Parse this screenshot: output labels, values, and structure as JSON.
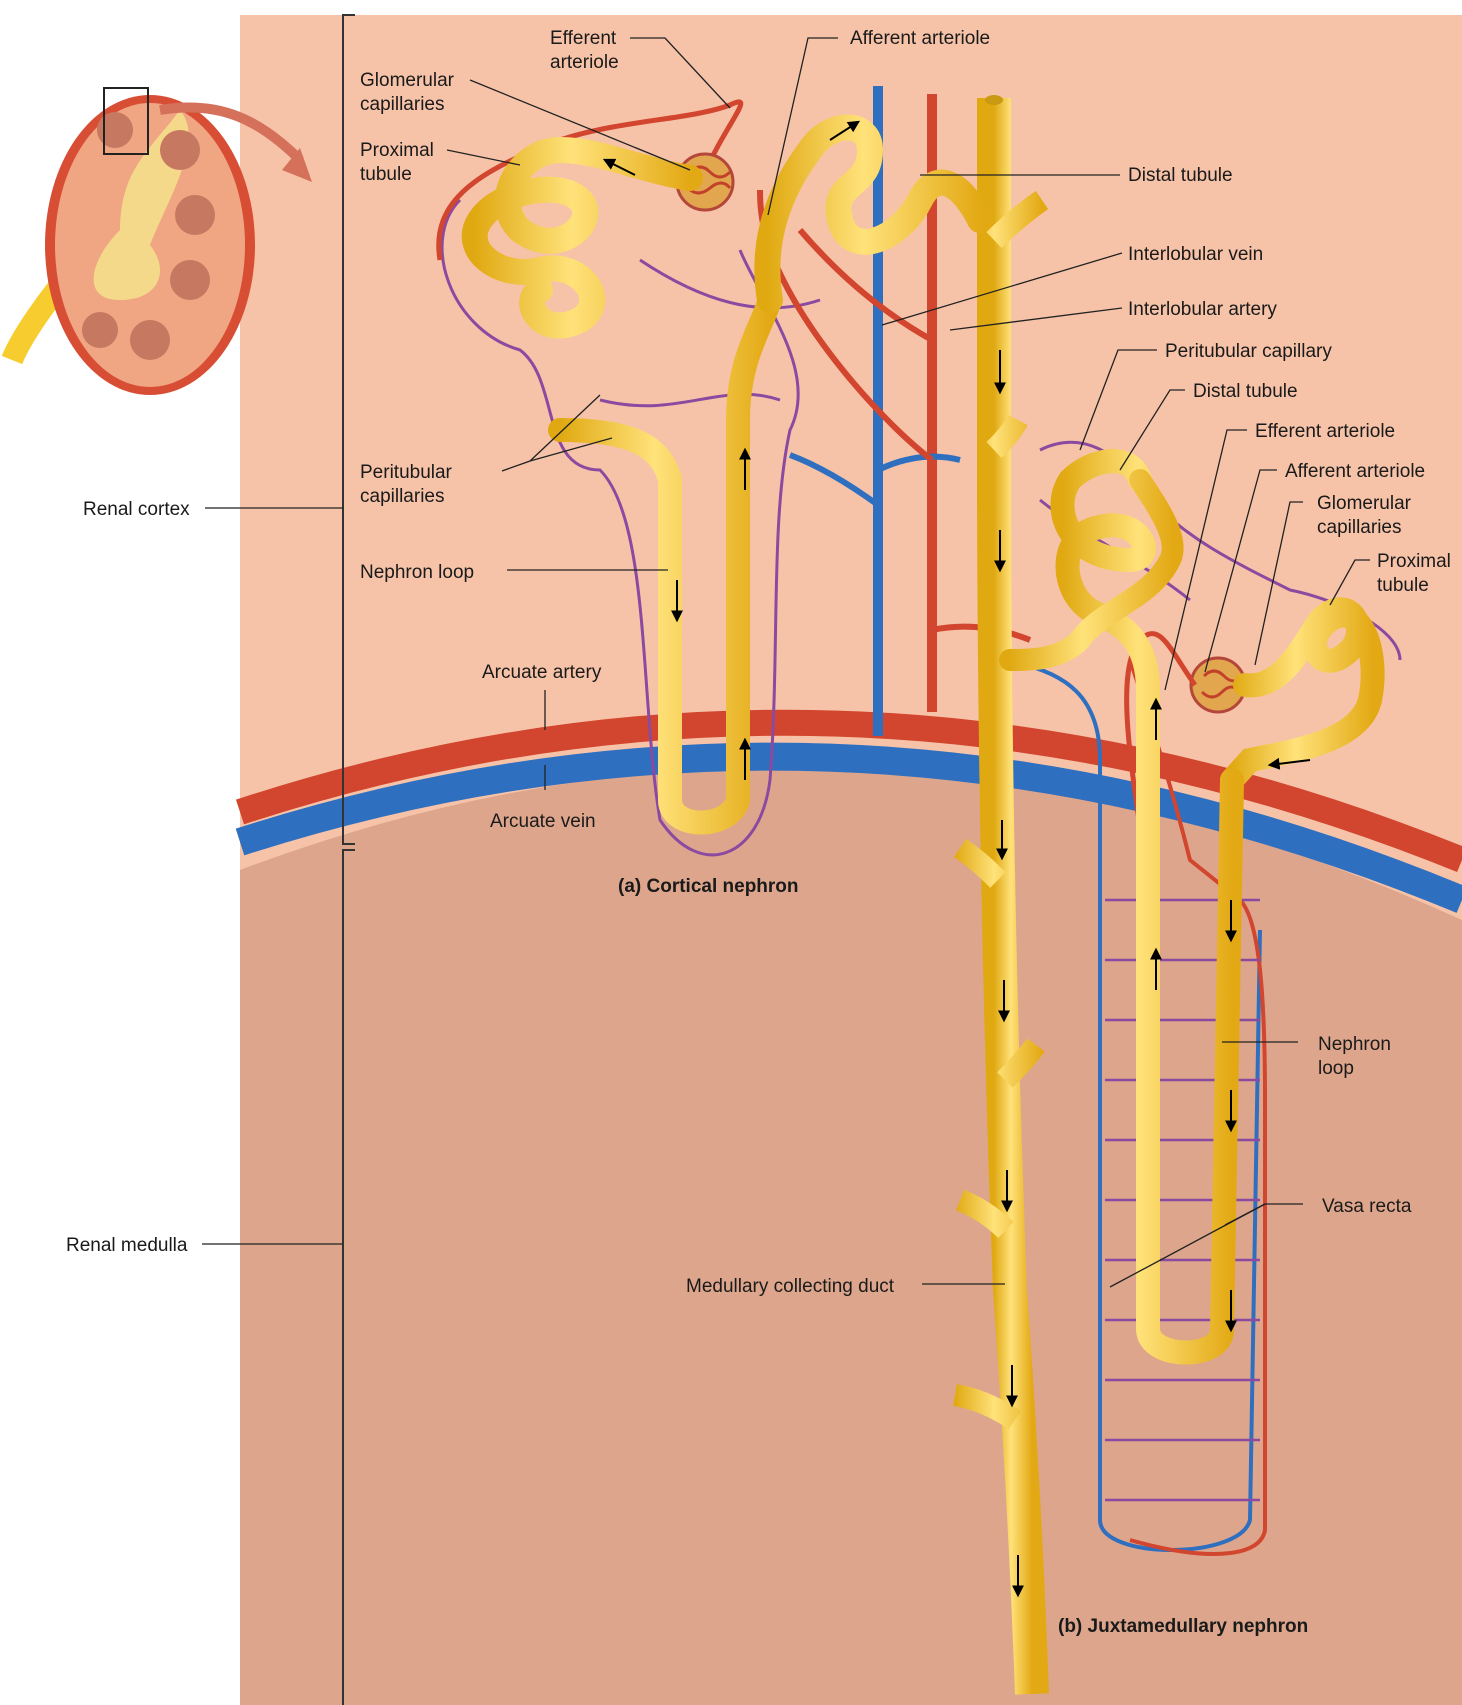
{
  "labels": {
    "efferent_arteriole_a": [
      "Efferent",
      "arteriole"
    ],
    "glomerular_capillaries_a": [
      "Glomerular",
      "capillaries"
    ],
    "proximal_tubule_a": [
      "Proximal",
      "tubule"
    ],
    "afferent_arteriole_a": "Afferent arteriole",
    "distal_tubule_a": "Distal tubule",
    "interlobular_vein": "Interlobular vein",
    "interlobular_artery": "Interlobular artery",
    "peritubular_capillary_b": "Peritubular capillary",
    "distal_tubule_b": "Distal tubule",
    "efferent_arteriole_b": "Efferent arteriole",
    "afferent_arteriole_b": "Afferent arteriole",
    "glomerular_capillaries_b": [
      "Glomerular",
      "capillaries"
    ],
    "proximal_tubule_b": [
      "Proximal",
      "tubule"
    ],
    "peritubular_capillaries_a": [
      "Peritubular",
      "capillaries"
    ],
    "renal_cortex": "Renal cortex",
    "nephron_loop_a": "Nephron loop",
    "arcuate_artery": "Arcuate artery",
    "arcuate_vein": "Arcuate vein",
    "nephron_loop_b": [
      "Nephron",
      "loop"
    ],
    "vasa_recta": "Vasa recta",
    "renal_medulla": "Renal medulla",
    "medullary_collecting_duct": "Medullary collecting duct"
  },
  "captions": {
    "cortical": "(a) Cortical nephron",
    "juxtamedullary": "(b) Juxtamedullary nephron"
  },
  "colors": {
    "cortex": "#f6c3a8",
    "medulla": "#dda68c",
    "artery": "#d2452e",
    "vein": "#2f6fc0",
    "tubule": "#f7cc2e",
    "tubule_edge": "#c99a12",
    "capillary": "#8b4aa0"
  }
}
